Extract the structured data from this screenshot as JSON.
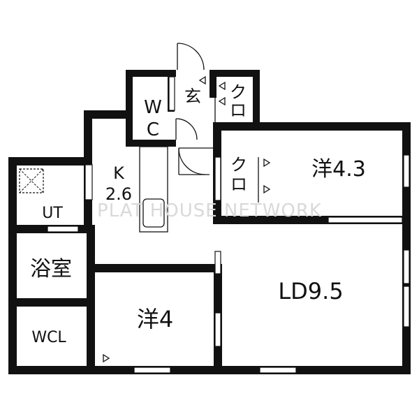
{
  "rooms": {
    "wc_line1": "W",
    "wc_line2": "C",
    "entrance": "玄",
    "closet_top_line1": "ク",
    "closet_top_line2": "ロ",
    "closet_mid_line1": "ク",
    "closet_mid_line2": "ロ",
    "western_room_43": "洋4.3",
    "kitchen_line1": "K",
    "kitchen_line2": "2.6",
    "utility": "UT",
    "bathroom": "浴室",
    "living_dining": "LD9.5",
    "western_room_4": "洋4",
    "walk_in_closet": "WCL"
  },
  "watermark": "PLAT HOUSE NETWORK"
}
